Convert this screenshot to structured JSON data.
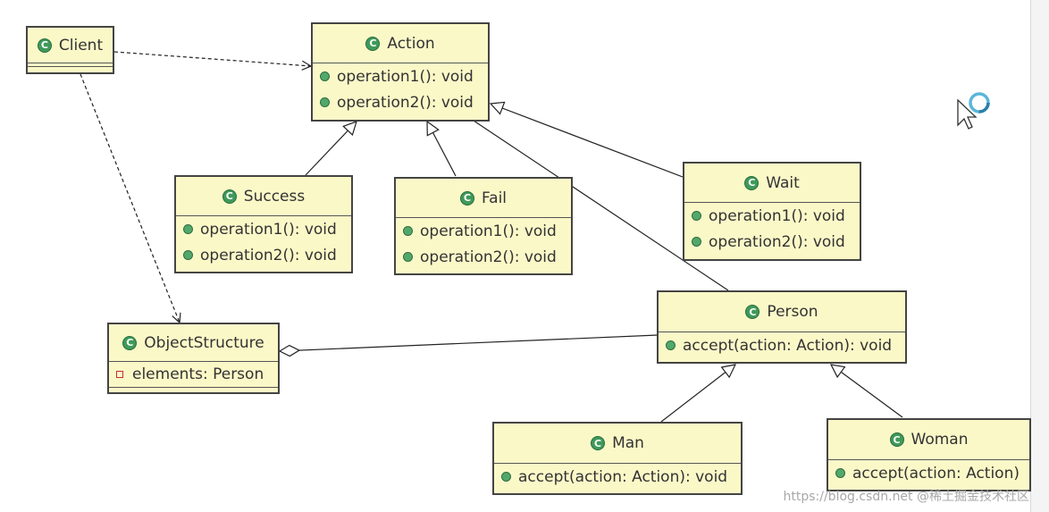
{
  "classes": {
    "client": {
      "name": "Client"
    },
    "action": {
      "name": "Action",
      "methods": [
        "operation1(): void",
        "operation2(): void"
      ]
    },
    "success": {
      "name": "Success",
      "methods": [
        "operation1(): void",
        "operation2(): void"
      ]
    },
    "fail": {
      "name": "Fail",
      "methods": [
        "operation1(): void",
        "operation2(): void"
      ]
    },
    "wait": {
      "name": "Wait",
      "methods": [
        "operation1(): void",
        "operation2(): void"
      ]
    },
    "objectstructure": {
      "name": "ObjectStructure",
      "fields": [
        "elements: Person"
      ]
    },
    "person": {
      "name": "Person",
      "methods": [
        "accept(action: Action): void"
      ]
    },
    "man": {
      "name": "Man",
      "methods": [
        "accept(action: Action): void"
      ]
    },
    "woman": {
      "name": "Woman",
      "methods": [
        "accept(action: Action)"
      ]
    }
  },
  "class_icon_glyph": "C",
  "watermark": "https://blog.csdn.net @稀土掘金技术社区",
  "colors": {
    "class_fill": "#fbf8c8",
    "class_border": "#444444",
    "icon_green": "#3f9a5a"
  }
}
